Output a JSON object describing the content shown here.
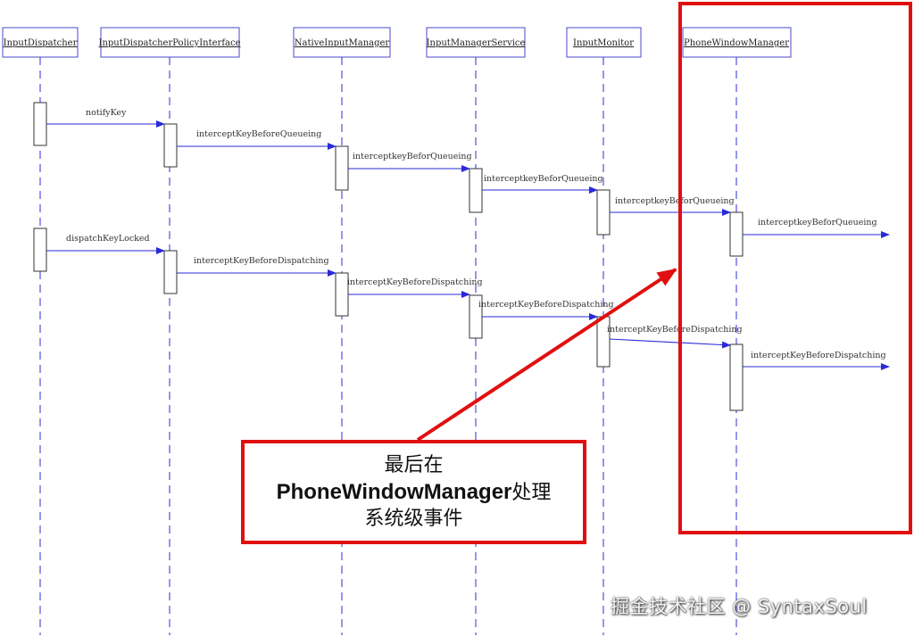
{
  "participants": [
    "InputDispatcher",
    "InputDispatcherPolicyInterface",
    "NativeInputManager",
    "InputManagerService",
    "InputMonitor",
    "PhoneWindowManager"
  ],
  "messages": [
    "notifyKey",
    "interceptKeyBeforeQueueing",
    "interceptkeyBeforQueueing",
    "interceptkeyBeforQueueing",
    "interceptkeyBeforQueueing",
    "interceptkeyBeforQueueing",
    "dispatchKeyLocked",
    "interceptKeyBeforeDispatching",
    "interceptKeyBeforeDispatching",
    "interceptKeyBeforeDispatching",
    "interceptKeyBeforeDispatching",
    "interceptKeyBeforeDispatching"
  ],
  "callout": {
    "line1": "最后在",
    "line2_bold": "PhoneWindowManager",
    "line2_rest": "处理",
    "line3": "系统级事件"
  },
  "highlight_color": "#e01010",
  "watermark": "掘金技术社区 @ SyntaxSoul"
}
